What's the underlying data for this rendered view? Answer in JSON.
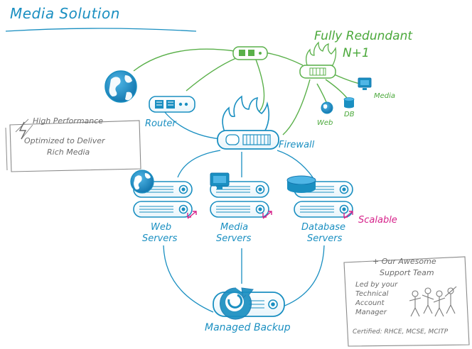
{
  "title": "Media Solution",
  "redundancy": {
    "line1": "Fully Redundant",
    "line2": "N+1"
  },
  "labels": {
    "router": "Router",
    "firewall": "Firewall",
    "web": "Web",
    "db": "DB",
    "media": "Media",
    "scalable": "Scalable",
    "managed_backup": "Managed Backup"
  },
  "tiers": {
    "web": {
      "line1": "Web",
      "line2": "Servers"
    },
    "media": {
      "line1": "Media",
      "line2": "Servers"
    },
    "database": {
      "line1": "Database",
      "line2": "Servers"
    }
  },
  "performance_note": {
    "line1": "High Performance",
    "line2": "Optimized to Deliver",
    "line3": "Rich Media"
  },
  "support_note": {
    "heading1": "+ Our Awesome",
    "heading2": "Support Team",
    "body1": "Led by your",
    "body2": "Technical",
    "body3": "Account",
    "body4": "Manager",
    "certified": "Certified: RHCE, MCSE, MCITP"
  },
  "colors": {
    "primary": "#1a8fc1",
    "secondary": "#4aa83a",
    "accent": "#d6228a",
    "note": "#8a8a8a"
  },
  "icons": [
    "globe-icon",
    "router-icon",
    "firewall-icon",
    "server-icon",
    "monitor-icon",
    "database-icon",
    "backup-icon",
    "lightning-icon",
    "people-icon",
    "scale-arrow-icon"
  ]
}
